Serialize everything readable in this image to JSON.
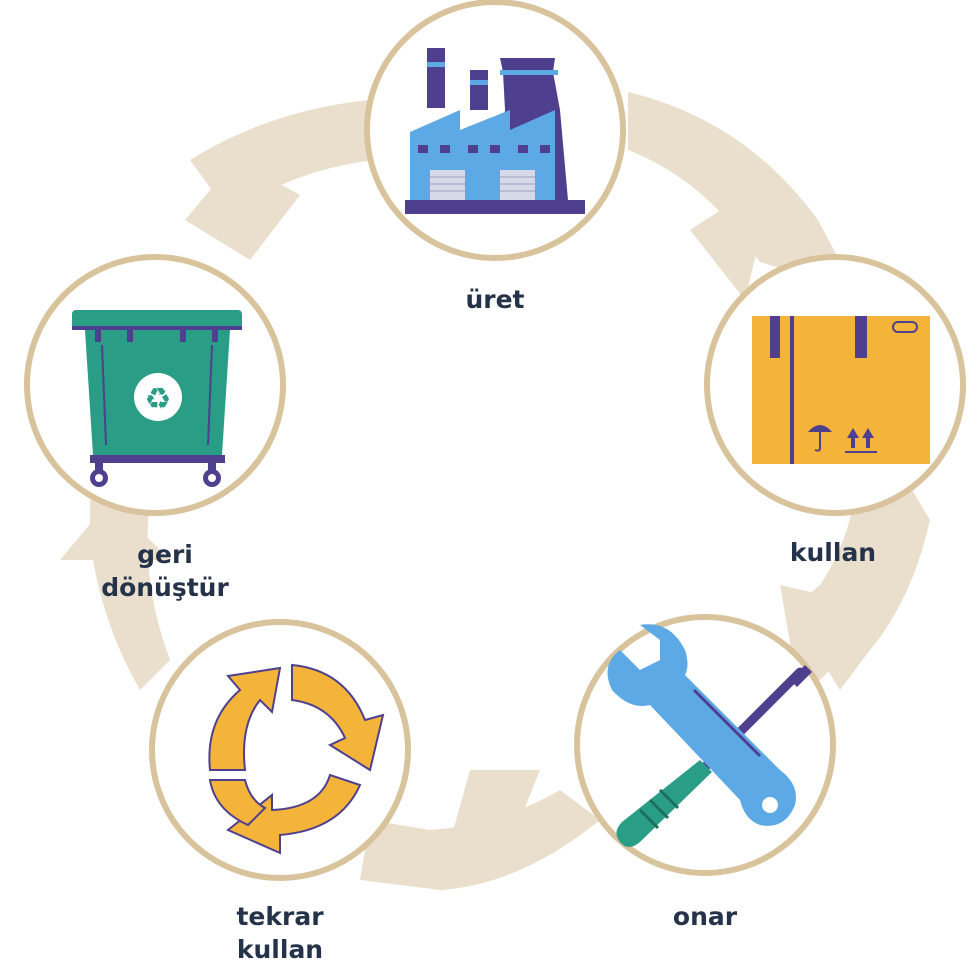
{
  "nodes": [
    {
      "id": "uret",
      "lines": [
        "üret"
      ],
      "icon": "factory-icon"
    },
    {
      "id": "kullan",
      "lines": [
        "kullan"
      ],
      "icon": "cardboard-box-icon"
    },
    {
      "id": "onar",
      "lines": [
        "onar"
      ],
      "icon": "wrench-screwdriver-icon"
    },
    {
      "id": "tekrar-kullan",
      "lines": [
        "tekrar",
        "kullan"
      ],
      "icon": "reuse-arrows-icon"
    },
    {
      "id": "geri-donustur",
      "lines": [
        "geri",
        "dönüştür"
      ],
      "icon": "recycling-bin-icon"
    }
  ],
  "colors": {
    "cycle_arrow": "#e9dfcc",
    "circle_border": "#d8c39c",
    "circle_fill": "#ffffff",
    "label_text": "#24324a",
    "factory": "#4f3f8f",
    "factory_light": "#5ca9e6",
    "box": "#f4b43a",
    "bin": "#2a9d86",
    "wrench": "#5ca9e6",
    "screwdriver_handle": "#2a9d86",
    "reuse_arrows": "#f4b43a"
  }
}
